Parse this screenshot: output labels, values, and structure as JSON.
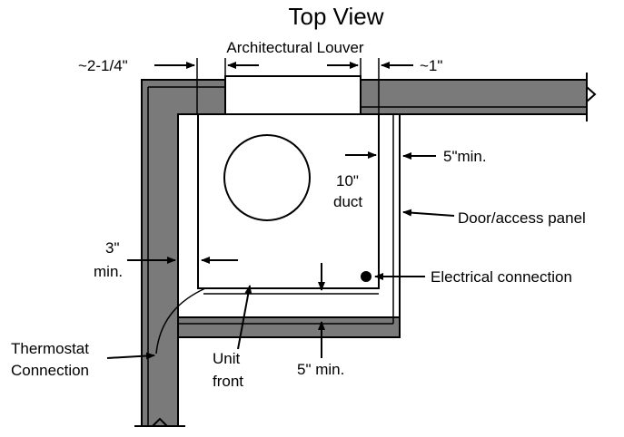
{
  "diagram": {
    "title": "Top View",
    "colors": {
      "wall": "#7a7a7a",
      "line": "#000000",
      "background": "#ffffff"
    },
    "labels": {
      "louver": "Architectural Louver",
      "gap_left": "~2-1/4\"",
      "gap_right": "~1\"",
      "side_clearance": "5\"min.",
      "duct_size": "10\"",
      "duct": "duct",
      "door": "Door/access panel",
      "left_clear_1": "3\"",
      "left_clear_2": "min.",
      "electrical": "Electrical connection",
      "thermostat_1": "Thermostat",
      "thermostat_2": "Connection",
      "unit_front_1": "Unit",
      "unit_front_2": "front",
      "bottom_clearance": "5\" min."
    }
  }
}
